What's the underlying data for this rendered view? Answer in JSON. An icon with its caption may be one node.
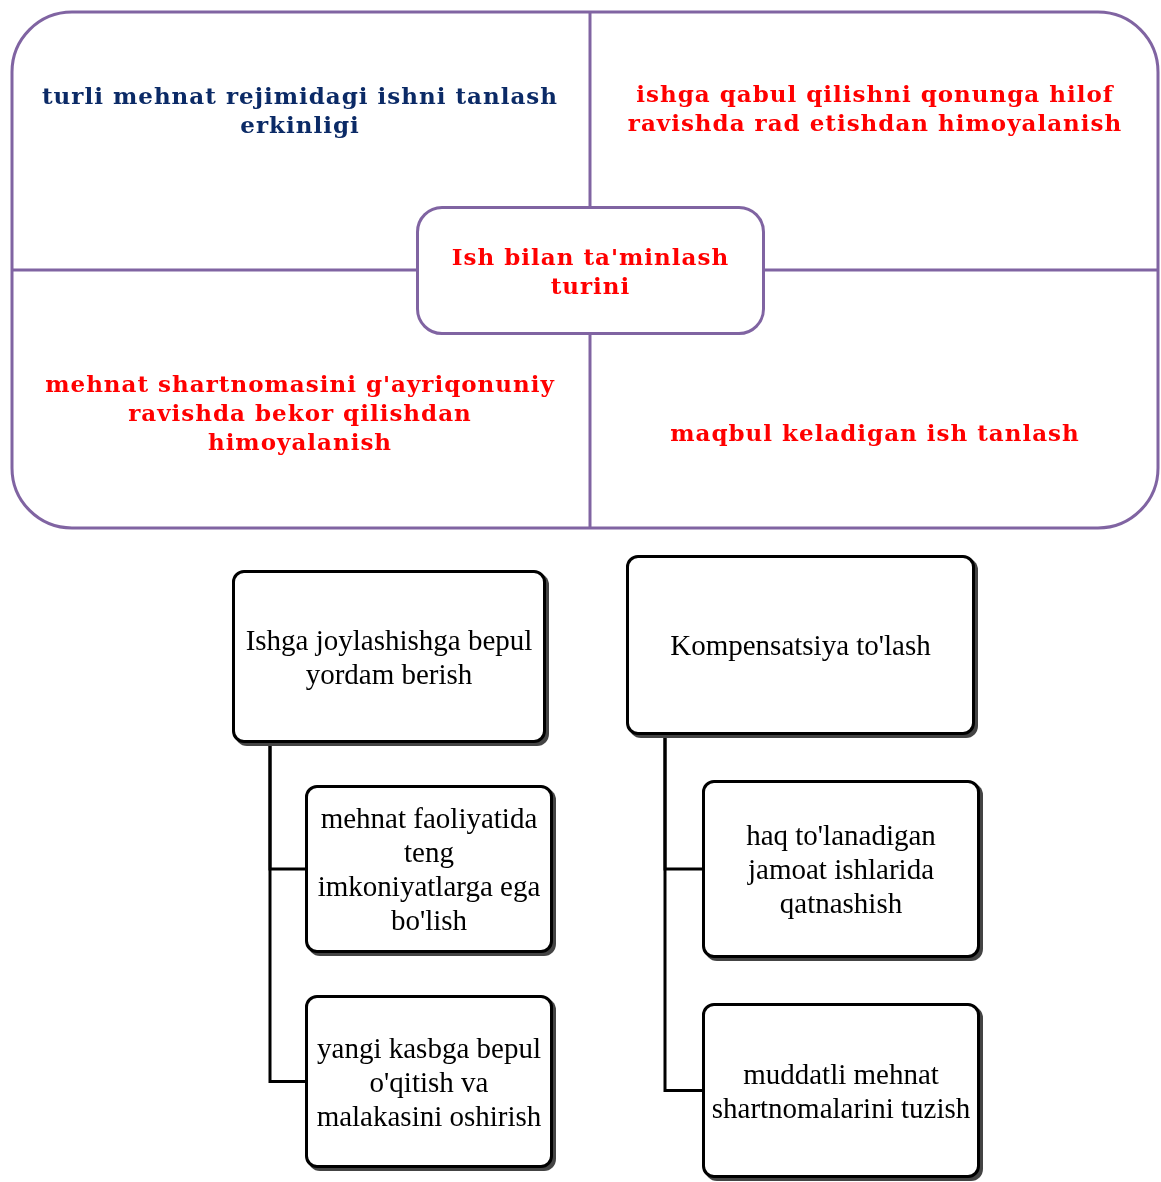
{
  "diagram": {
    "nodes": [
      {
        "text": [
          "turli mehnat rejimidagi ishni tanlash erkinligi"
        ]
      },
      {
        "text": [
          "ishga qabul qilishni qonunga hilof ravishda rad etishdan himoyalanish"
        ]
      },
      {
        "text": [
          "Ish bilan ta'minlash turini"
        ]
      },
      {
        "text": [
          "mehnat shartnomasini g'ayriqonuniy ravishda bekor qilishdan himoyalanish"
        ]
      },
      {
        "text": [
          "maqbul keladigan ish tanlash"
        ]
      },
      {
        "text": [
          "Ishga joylashishga bepul yordam berish"
        ]
      },
      {
        "text": [
          "mehnat faoliyatida teng imkoniyatlarga ega bo'lish"
        ]
      },
      {
        "text": [
          "yangi kasbga bepul o'qitish va malakasini oshirish"
        ]
      },
      {
        "text": [
          "Kompensatsiya to'lash"
        ]
      },
      {
        "text": [
          "haq to'lanadigan jamoat ishlarida qatnashish"
        ]
      },
      {
        "text": [
          "muddatli mehnat shartnomalarini tuzish"
        ]
      }
    ],
    "edges": [
      {
        "from": 5,
        "to": 6,
        "arrow": "none"
      },
      {
        "from": 5,
        "to": 7,
        "arrow": "none"
      },
      {
        "from": 8,
        "to": 9,
        "arrow": "none"
      },
      {
        "from": 8,
        "to": 10,
        "arrow": "none"
      }
    ]
  }
}
